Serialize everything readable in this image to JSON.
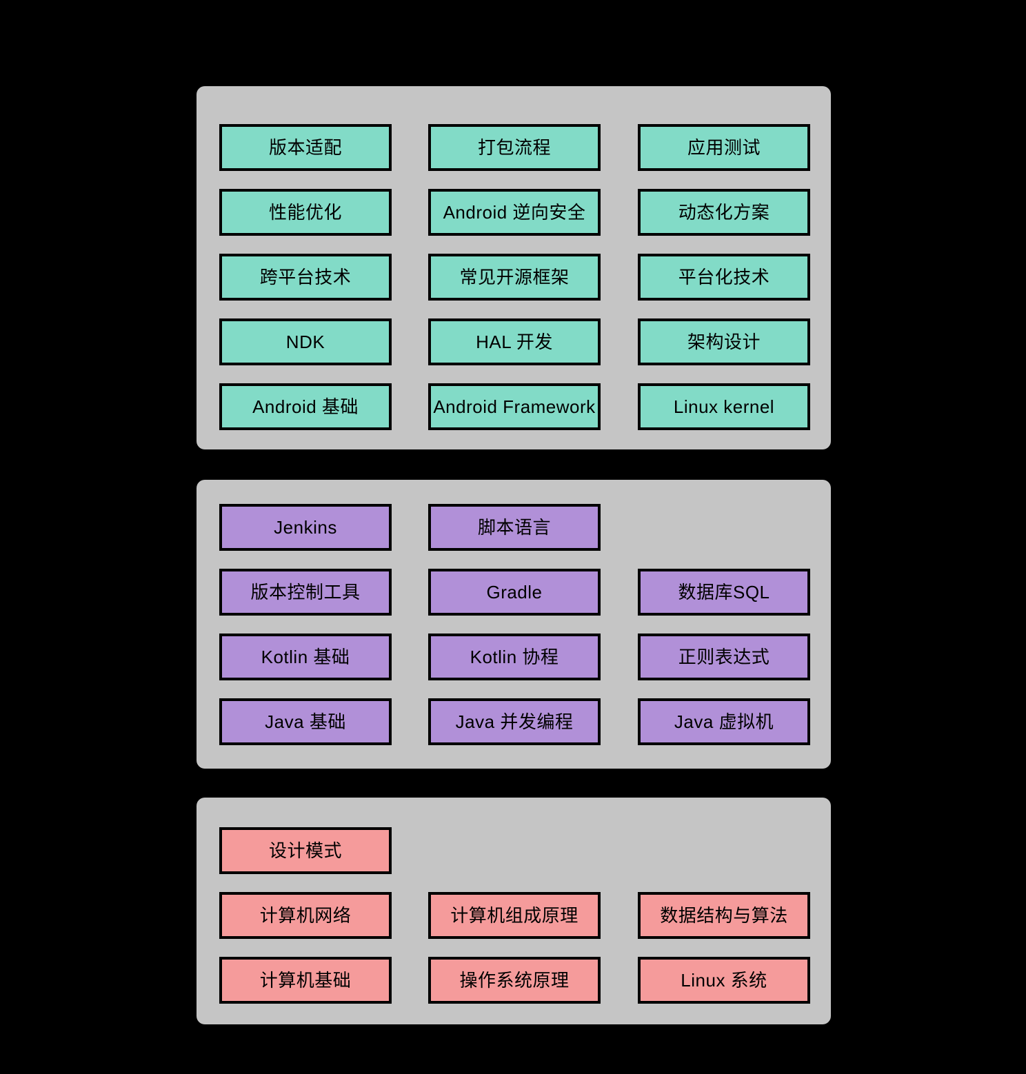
{
  "background_color": "#000000",
  "panel_fill": "#C5C5C5",
  "box_border_color": "#000000",
  "panels": [
    {
      "name": "android-advanced",
      "box_color": "#82DBC7",
      "rows": [
        [
          "版本适配",
          "打包流程",
          "应用测试"
        ],
        [
          "性能优化",
          "Android 逆向安全",
          "动态化方案"
        ],
        [
          "跨平台技术",
          "常见开源框架",
          "平台化技术"
        ],
        [
          "NDK",
          "HAL 开发",
          "架构设计"
        ],
        [
          "Android 基础",
          "Android Framework",
          "Linux kernel"
        ]
      ]
    },
    {
      "name": "java-kotlin-tools",
      "box_color": "#B190D8",
      "rows": [
        [
          "Jenkins",
          "脚本语言",
          null
        ],
        [
          "版本控制工具",
          "Gradle",
          "数据库SQL"
        ],
        [
          "Kotlin 基础",
          "Kotlin 协程",
          "正则表达式"
        ],
        [
          "Java 基础",
          "Java 并发编程",
          "Java 虚拟机"
        ]
      ]
    },
    {
      "name": "cs-fundamentals",
      "box_color": "#F59B9B",
      "rows": [
        [
          "设计模式",
          null,
          null
        ],
        [
          "计算机网络",
          "计算机组成原理",
          "数据结构与算法"
        ],
        [
          "计算机基础",
          "操作系统原理",
          "Linux 系统"
        ]
      ]
    }
  ]
}
